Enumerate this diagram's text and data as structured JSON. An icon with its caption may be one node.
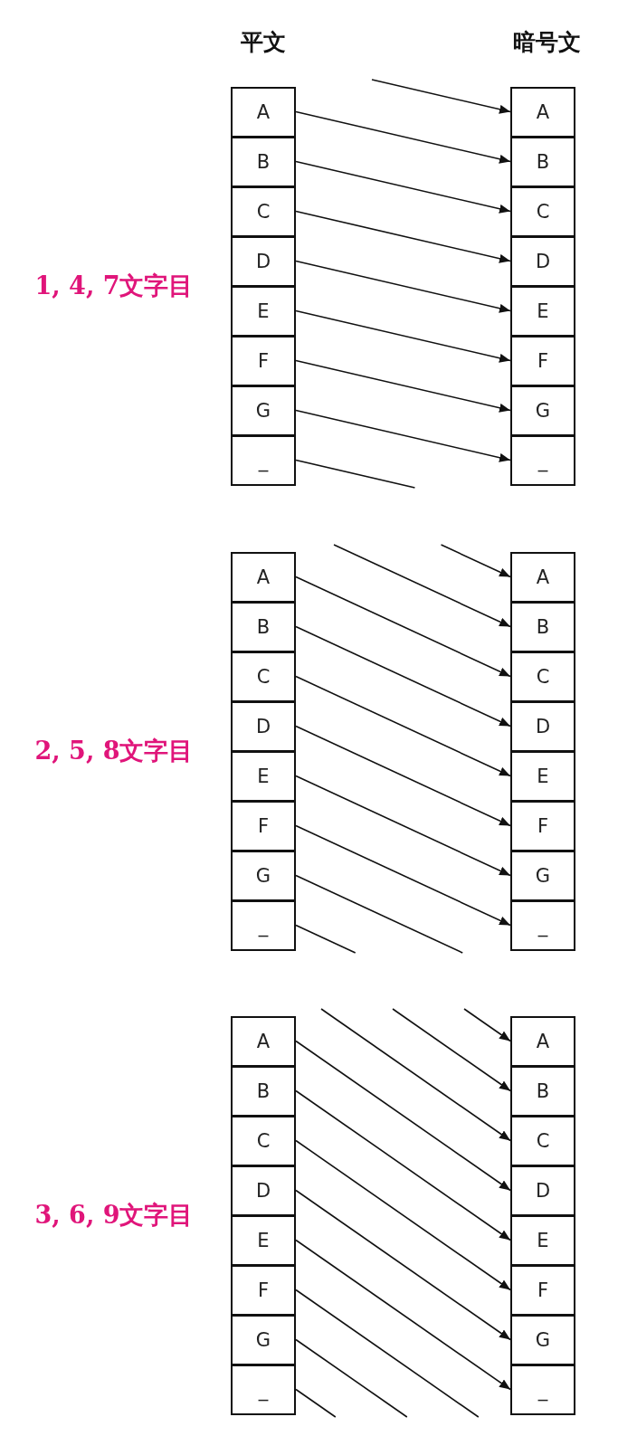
{
  "diagram": {
    "nodes": [
      {
        "text": [
          "A"
        ]
      },
      {
        "text": [
          "A"
        ]
      },
      {
        "text": [
          "B"
        ]
      },
      {
        "text": [
          "B"
        ]
      },
      {
        "text": [
          "C"
        ]
      },
      {
        "text": [
          "C"
        ]
      },
      {
        "text": [
          "D"
        ]
      },
      {
        "text": [
          "D"
        ]
      },
      {
        "text": [
          "E"
        ]
      },
      {
        "text": [
          "E"
        ]
      },
      {
        "text": [
          "F"
        ]
      },
      {
        "text": [
          "F"
        ]
      },
      {
        "text": [
          "G"
        ]
      },
      {
        "text": [
          "G"
        ]
      },
      {
        "text": [
          "_"
        ]
      },
      {
        "text": [
          "_"
        ]
      },
      {
        "text": [
          "A"
        ]
      },
      {
        "text": [
          "A"
        ]
      },
      {
        "text": [
          "B"
        ]
      },
      {
        "text": [
          "B"
        ]
      },
      {
        "text": [
          "C"
        ]
      },
      {
        "text": [
          "C"
        ]
      },
      {
        "text": [
          "D"
        ]
      },
      {
        "text": [
          "D"
        ]
      },
      {
        "text": [
          "E"
        ]
      },
      {
        "text": [
          "E"
        ]
      },
      {
        "text": [
          "F"
        ]
      },
      {
        "text": [
          "F"
        ]
      },
      {
        "text": [
          "G"
        ]
      },
      {
        "text": [
          "G"
        ]
      },
      {
        "text": [
          "_"
        ]
      },
      {
        "text": [
          "_"
        ]
      },
      {
        "text": [
          "A"
        ]
      },
      {
        "text": [
          "A"
        ]
      },
      {
        "text": [
          "B"
        ]
      },
      {
        "text": [
          "B"
        ]
      },
      {
        "text": [
          "C"
        ]
      },
      {
        "text": [
          "C"
        ]
      },
      {
        "text": [
          "D"
        ]
      },
      {
        "text": [
          "D"
        ]
      },
      {
        "text": [
          "E"
        ]
      },
      {
        "text": [
          "E"
        ]
      },
      {
        "text": [
          "F"
        ]
      },
      {
        "text": [
          "F"
        ]
      },
      {
        "text": [
          "G"
        ]
      },
      {
        "text": [
          "G"
        ]
      },
      {
        "text": [
          "_"
        ]
      },
      {
        "text": [
          "_"
        ]
      }
    ],
    "edges": [
      {
        "from": null,
        "to": 1,
        "arrow": "to"
      },
      {
        "from": 0,
        "to": 3,
        "arrow": "to"
      },
      {
        "from": 2,
        "to": 5,
        "arrow": "to"
      },
      {
        "from": 4,
        "to": 7,
        "arrow": "to"
      },
      {
        "from": 6,
        "to": 9,
        "arrow": "to"
      },
      {
        "from": 8,
        "to": 11,
        "arrow": "to"
      },
      {
        "from": 10,
        "to": 13,
        "arrow": "to"
      },
      {
        "from": 12,
        "to": 15,
        "arrow": "to"
      },
      {
        "from": 14,
        "to": null,
        "arrow": "none"
      },
      {
        "from": null,
        "to": 17,
        "arrow": "to"
      },
      {
        "from": null,
        "to": 19,
        "arrow": "to"
      },
      {
        "from": 16,
        "to": 21,
        "arrow": "to"
      },
      {
        "from": 18,
        "to": 23,
        "arrow": "to"
      },
      {
        "from": 20,
        "to": 25,
        "arrow": "to"
      },
      {
        "from": 22,
        "to": 27,
        "arrow": "to"
      },
      {
        "from": 24,
        "to": 29,
        "arrow": "to"
      },
      {
        "from": 26,
        "to": 31,
        "arrow": "to"
      },
      {
        "from": 28,
        "to": null,
        "arrow": "none"
      },
      {
        "from": 30,
        "to": null,
        "arrow": "none"
      },
      {
        "from": null,
        "to": 33,
        "arrow": "to"
      },
      {
        "from": null,
        "to": 35,
        "arrow": "to"
      },
      {
        "from": null,
        "to": 37,
        "arrow": "to"
      },
      {
        "from": 32,
        "to": 39,
        "arrow": "to"
      },
      {
        "from": 34,
        "to": 41,
        "arrow": "to"
      },
      {
        "from": 36,
        "to": 43,
        "arrow": "to"
      },
      {
        "from": 38,
        "to": 45,
        "arrow": "to"
      },
      {
        "from": 40,
        "to": 47,
        "arrow": "to"
      },
      {
        "from": 42,
        "to": null,
        "arrow": "none"
      },
      {
        "from": 44,
        "to": null,
        "arrow": "none"
      },
      {
        "from": 46,
        "to": null,
        "arrow": "none"
      }
    ],
    "labels": [
      "平文",
      "暗号文",
      "1, 4, 7文字目",
      "2, 5, 8文字目",
      "3, 6, 9文字目"
    ]
  }
}
